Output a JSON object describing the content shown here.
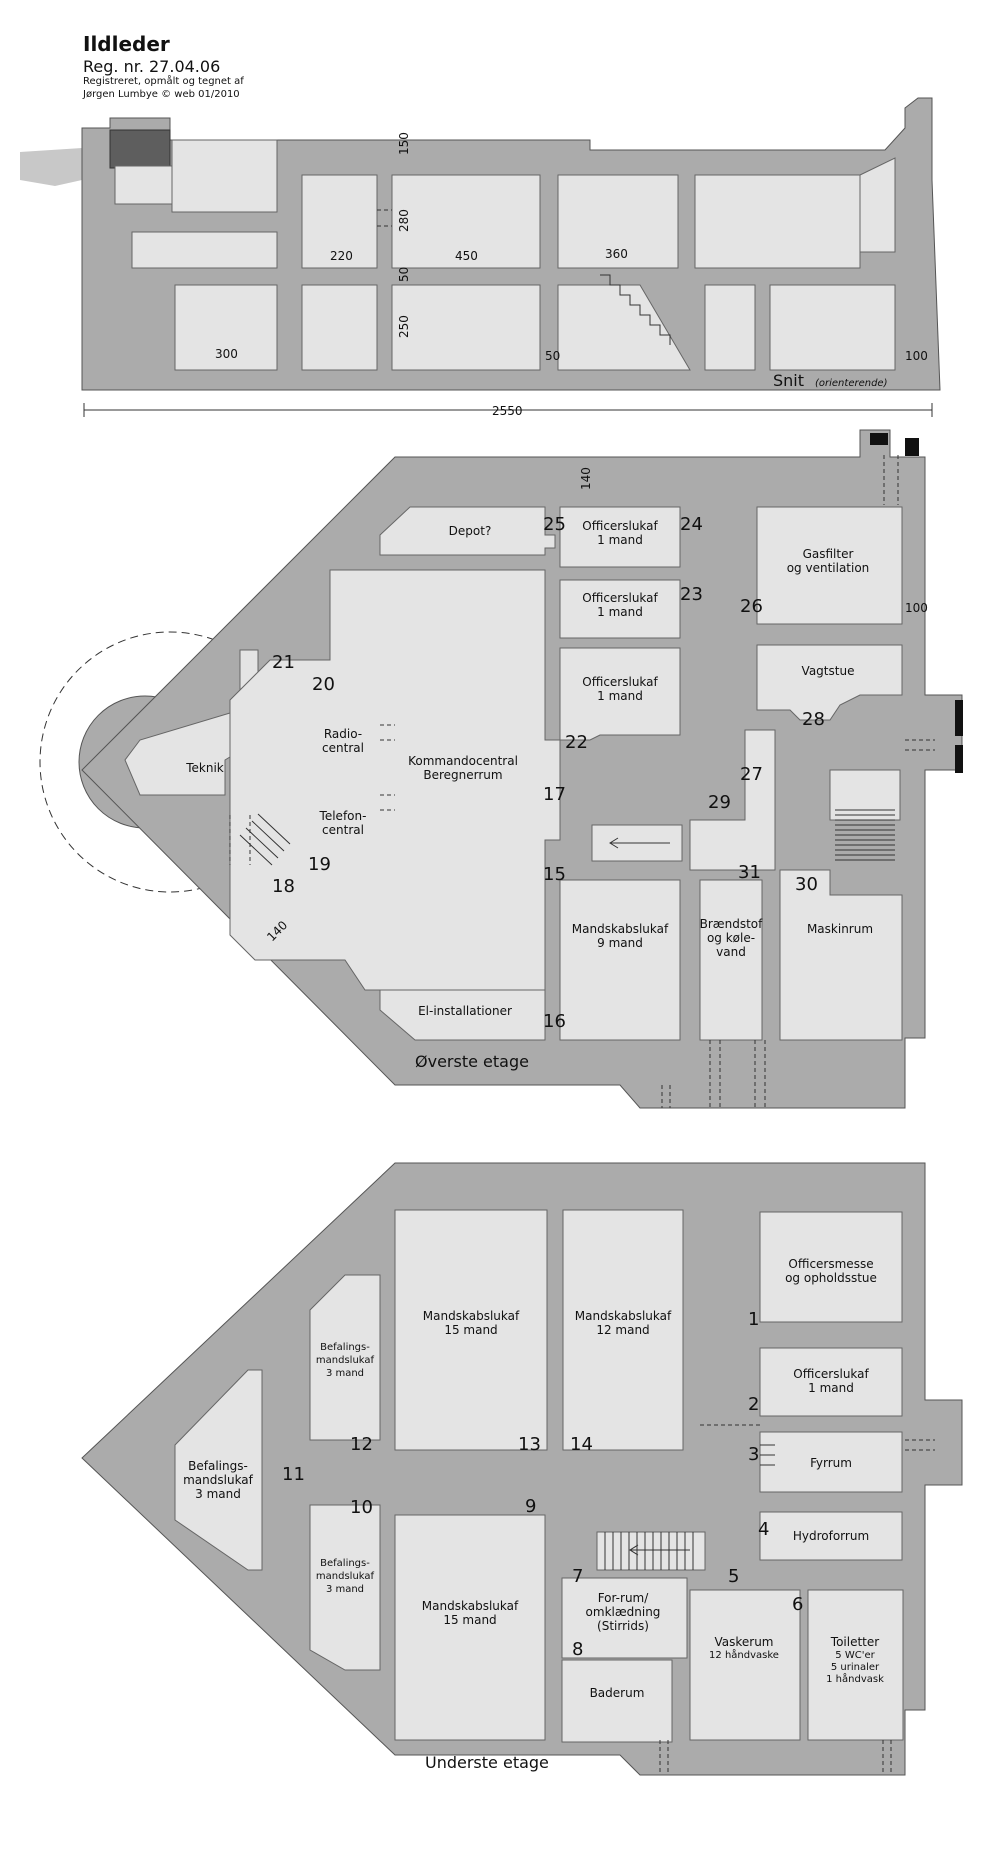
{
  "header": {
    "title": "Ildleder",
    "reg": "Reg. nr. 27.04.06",
    "credit_line1": "Registreret, opmålt og tegnet af",
    "credit_line2": "Jørgen Lumbye © web 01/2010"
  },
  "section": {
    "label": "Snit",
    "label_note": "(orienterende)",
    "total_length": "2550",
    "dims": [
      "150",
      "280",
      "50",
      "250",
      "220",
      "450",
      "360",
      "300",
      "50",
      "100"
    ]
  },
  "upper": {
    "label": "Øverste etage",
    "rooms": {
      "depot": "Depot?",
      "officer1": [
        "Officerslukaf",
        "1 mand"
      ],
      "officer2": [
        "Officerslukaf",
        "1 mand"
      ],
      "officer3": [
        "Officerslukaf",
        "1 mand"
      ],
      "gasfilter": [
        "Gasfilter",
        "og ventilation"
      ],
      "vagtstue": "Vagtstue",
      "teknik": "Teknik",
      "radio": [
        "Radio-",
        "central"
      ],
      "telefon": [
        "Telefon-",
        "central"
      ],
      "kommando": [
        "Kommandocentral",
        "Beregnerrum"
      ],
      "mandskab": [
        "Mandskabslukaf",
        "9 mand"
      ],
      "braendstof": [
        "Brændstof",
        "og køle-",
        "vand"
      ],
      "maskinrum": "Maskinrum",
      "el": "El-installationer"
    },
    "dims": [
      "140",
      "100",
      "140"
    ],
    "numbers": [
      "15",
      "16",
      "17",
      "18",
      "19",
      "20",
      "21",
      "22",
      "23",
      "24",
      "25",
      "26",
      "27",
      "28",
      "29",
      "30",
      "31"
    ]
  },
  "lower": {
    "label": "Underste etage",
    "rooms": {
      "mand15a": [
        "Mandskabslukaf",
        "15 mand"
      ],
      "mand12": [
        "Mandskabslukaf",
        "12 mand"
      ],
      "officersmesse": [
        "Officersmesse",
        "og opholdsstue"
      ],
      "officer": [
        "Officerslukaf",
        "1 mand"
      ],
      "fyrrum": "Fyrrum",
      "hydrofor": "Hydroforrum",
      "befal1": [
        "Befalings-",
        "mandslukaf",
        "3 mand"
      ],
      "befal2": [
        "Befalings-",
        "mandslukaf",
        "3 mand"
      ],
      "befal3": [
        "Befalings-",
        "mandslukaf",
        "3 mand"
      ],
      "mand15b": [
        "Mandskabslukaf",
        "15 mand"
      ],
      "forrum": [
        "For-rum/",
        "omklædning",
        "(Stirrids)"
      ],
      "baderum": "Baderum",
      "vaskerum": [
        "Vaskerum",
        "12 håndvaske"
      ],
      "toiletter": [
        "Toiletter",
        "5 WC'er",
        "5 urinaler",
        "1 håndvask"
      ]
    },
    "numbers": [
      "1",
      "2",
      "3",
      "4",
      "5",
      "6",
      "7",
      "8",
      "9",
      "10",
      "11",
      "12",
      "13",
      "14"
    ]
  }
}
